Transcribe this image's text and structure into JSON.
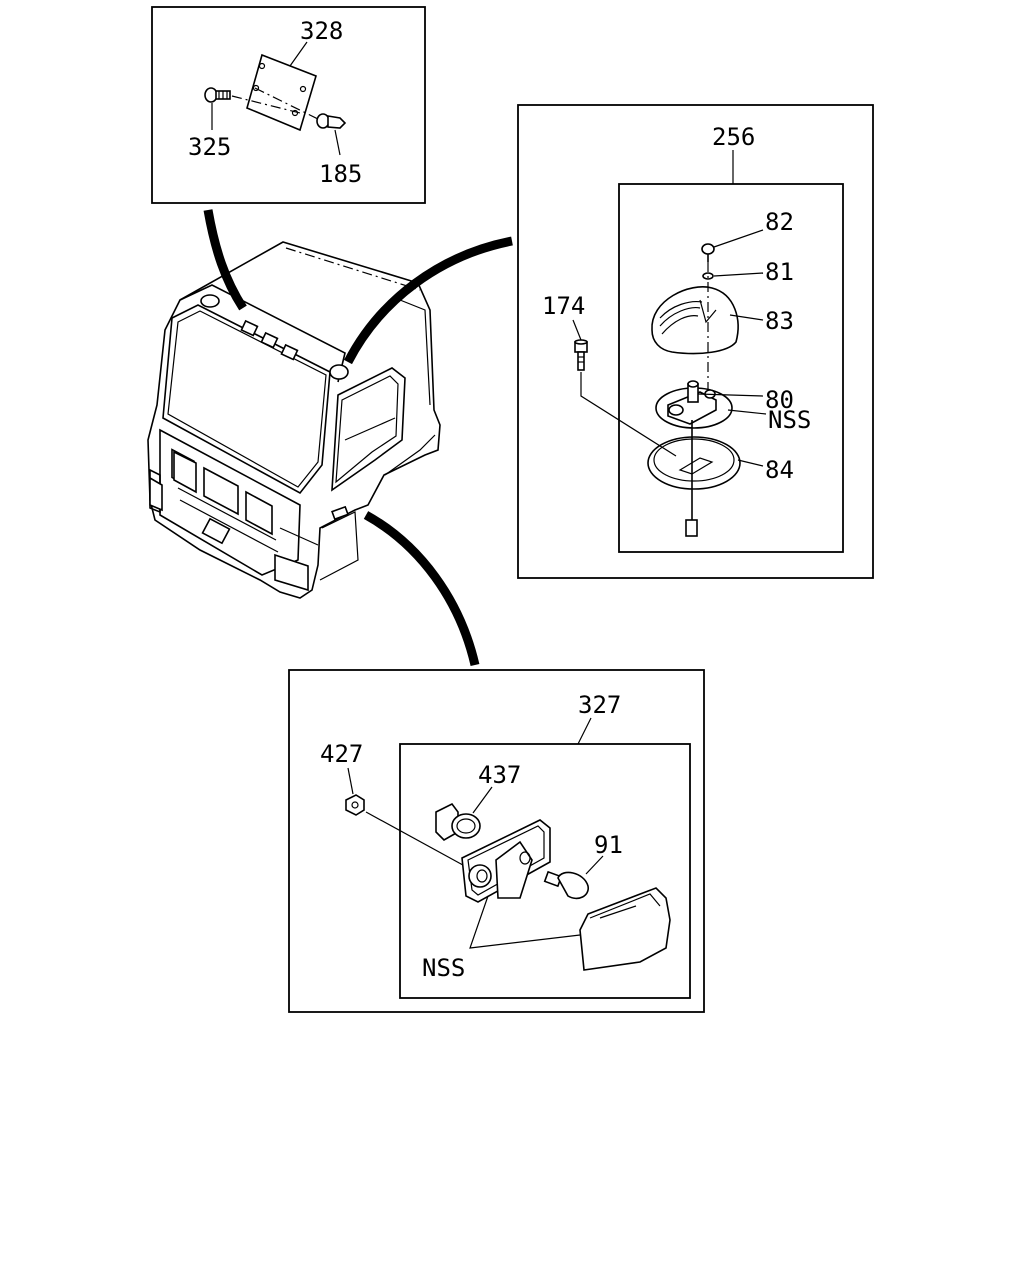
{
  "labels": {
    "328": "328",
    "325": "325",
    "185": "185",
    "256": "256",
    "82": "82",
    "81": "81",
    "83": "83",
    "174": "174",
    "80": "80",
    "nss_top": "NSS",
    "84": "84",
    "327": "327",
    "427": "427",
    "437": "437",
    "91": "91",
    "nss_bottom": "NSS"
  }
}
